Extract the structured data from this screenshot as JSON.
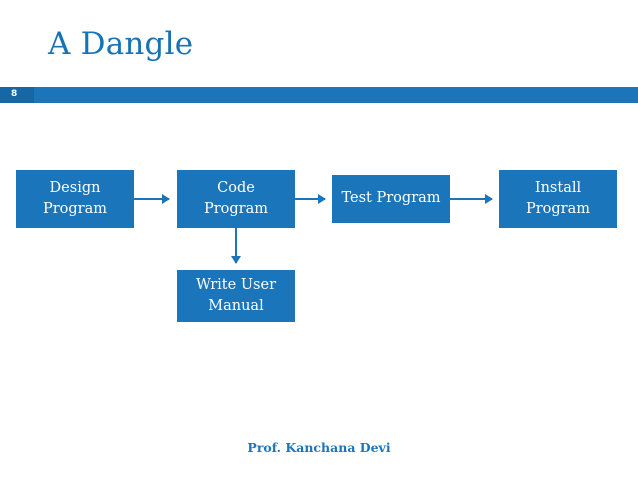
{
  "slide": {
    "title": "A Dangle",
    "number": "8",
    "footer": "Prof. Kanchana Devi",
    "accent_color": "#1b75bb",
    "title_color": "#1673b6",
    "number_box_color": "#1567a6"
  },
  "diagram": {
    "type": "flowchart",
    "boxes": [
      {
        "id": "design",
        "label": "Design\nProgram"
      },
      {
        "id": "code",
        "label": "Code\nProgram"
      },
      {
        "id": "test",
        "label": "Test Program"
      },
      {
        "id": "install",
        "label": "Install\nProgram"
      },
      {
        "id": "manual",
        "label": "Write User\nManual"
      }
    ],
    "connections": [
      {
        "from": "design",
        "to": "code",
        "direction": "right"
      },
      {
        "from": "code",
        "to": "test",
        "direction": "right"
      },
      {
        "from": "test",
        "to": "install",
        "direction": "right"
      },
      {
        "from": "code",
        "to": "manual",
        "direction": "down"
      }
    ]
  }
}
